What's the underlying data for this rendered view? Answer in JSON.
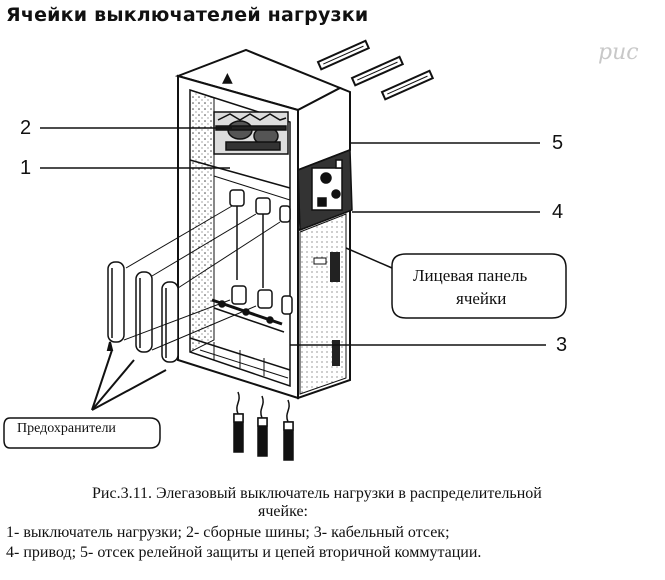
{
  "title": "Ячейки выключателей нагрузки",
  "corner_note": "рис",
  "callouts": {
    "c1": "1",
    "c2": "2",
    "c3": "3",
    "c4": "4",
    "c5": "5"
  },
  "labels": {
    "panel_line1": "Лицевая панель",
    "panel_line2": "ячейки",
    "fuses": "Предохранители"
  },
  "caption": {
    "line1": "Рис.3.11. Элегазовый выключатель нагрузки в распределительной",
    "line2": "ячейке:",
    "line3": "1- выключатель нагрузки; 2- сборные шины; 3- кабельный отсек;",
    "line4": "4- привод; 5- отсек релейной защиты и цепей вторичной коммутации."
  }
}
